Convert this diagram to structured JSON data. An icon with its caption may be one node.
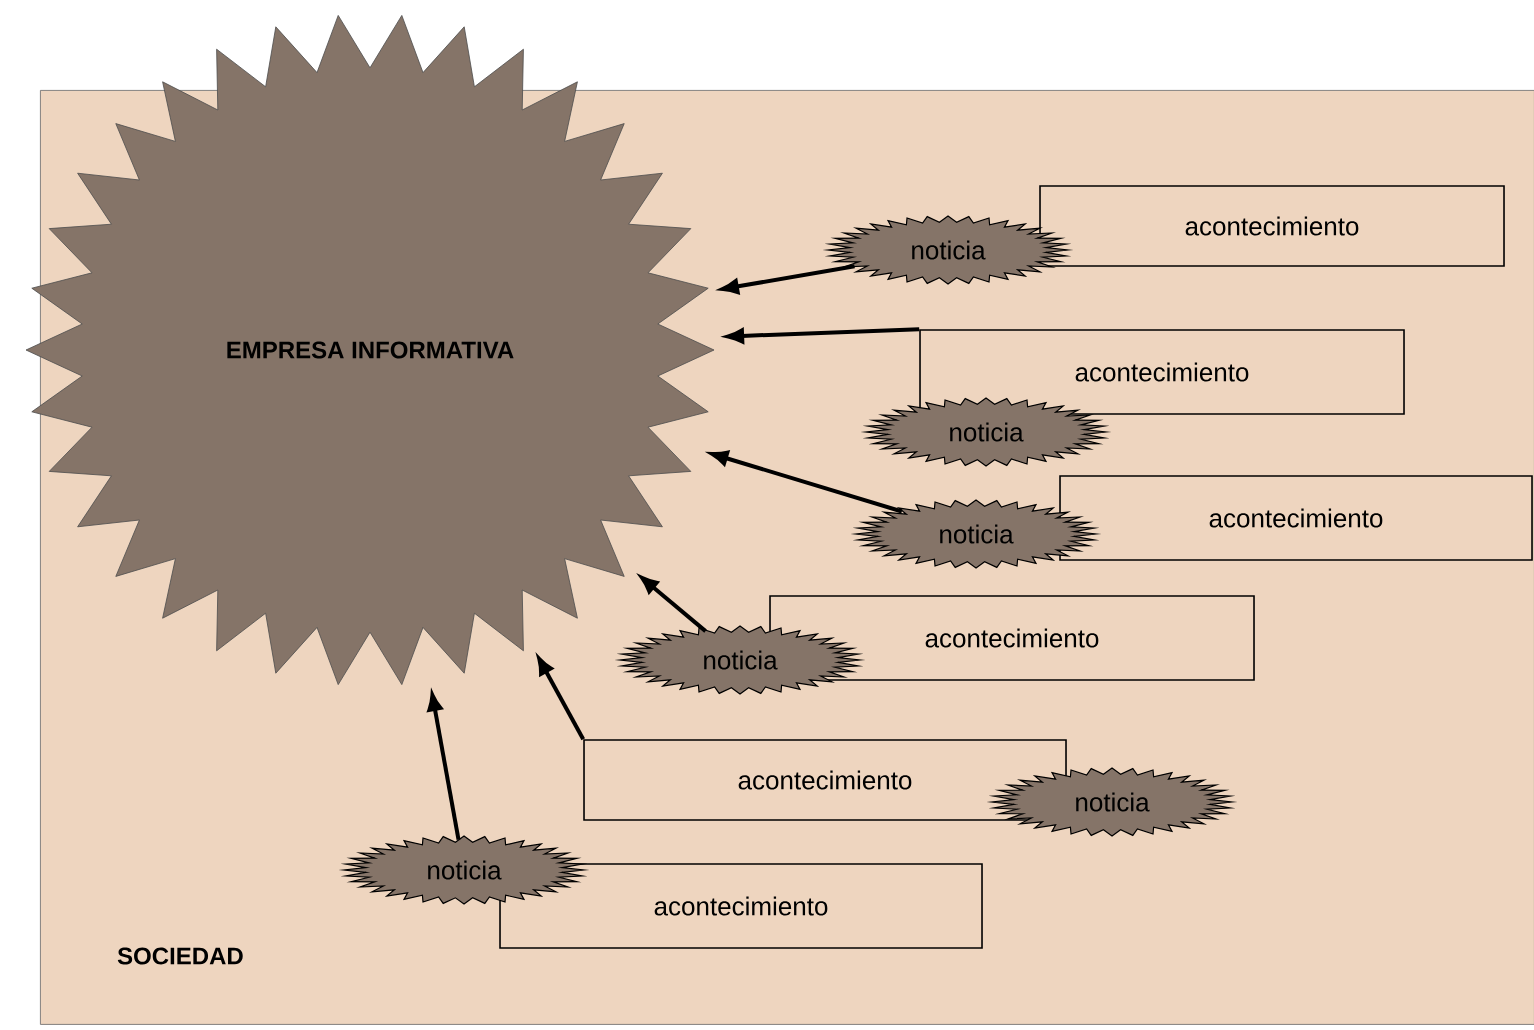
{
  "diagram": {
    "nodes": [
      {
        "text": [
          "SOCIEDAD"
        ]
      },
      {
        "text": [
          "EMPRESA INFORMATIVA"
        ]
      },
      {
        "text": [
          "acontecimiento"
        ],
        "in": 0
      },
      {
        "text": [
          "noticia"
        ],
        "in": 0
      },
      {
        "text": [
          "acontecimiento"
        ],
        "in": 0
      },
      {
        "text": [
          "noticia"
        ],
        "in": 0
      },
      {
        "text": [
          "acontecimiento"
        ],
        "in": 0
      },
      {
        "text": [
          "noticia"
        ],
        "in": 0
      },
      {
        "text": [
          "acontecimiento"
        ],
        "in": 0
      },
      {
        "text": [
          "noticia"
        ],
        "in": 0
      },
      {
        "text": [
          "acontecimiento"
        ],
        "in": 0
      },
      {
        "text": [
          "noticia"
        ],
        "in": 0
      },
      {
        "text": [
          "acontecimiento"
        ],
        "in": 0
      },
      {
        "text": [
          "noticia"
        ],
        "in": 0
      }
    ],
    "edges": [
      {
        "from": 3,
        "to": 1,
        "arrow": "to"
      },
      {
        "from": 4,
        "to": 1,
        "arrow": "to"
      },
      {
        "from": 7,
        "to": 1,
        "arrow": "to"
      },
      {
        "from": 9,
        "to": 1,
        "arrow": "to"
      },
      {
        "from": 10,
        "to": 1,
        "arrow": "to"
      },
      {
        "from": 13,
        "to": 1,
        "arrow": "to"
      }
    ]
  }
}
